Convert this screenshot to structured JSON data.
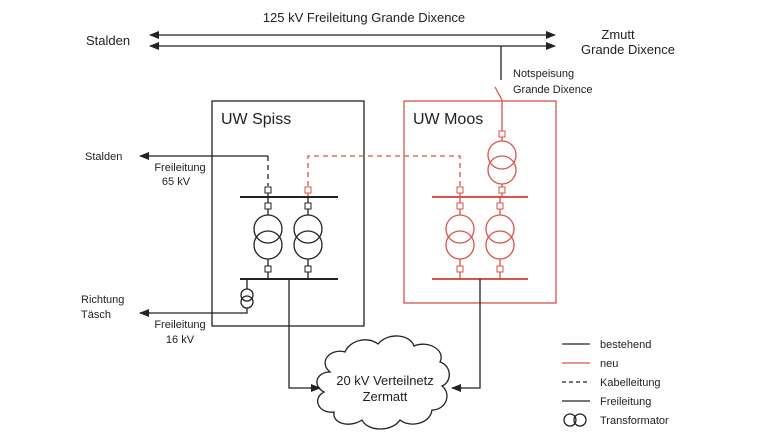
{
  "colors": {
    "existing": "#222222",
    "new": "#d9534a"
  },
  "top_line": {
    "title": "125 kV Freileitung Grande Dixence",
    "left_label": "Stalden",
    "right_label_line1": "Zmutt",
    "right_label_line2": "Grande Dixence"
  },
  "emergency_feed": {
    "line1": "Notspeisung",
    "line2": "Grande Dixence"
  },
  "substations": {
    "spiss": {
      "title": "UW Spiss"
    },
    "moos": {
      "title": "UW Moos"
    }
  },
  "left_lines": {
    "stalden_label": "Stalden",
    "line65_l1": "Freileitung",
    "line65_l2": "65 kV",
    "taesch_l1": "Richtung",
    "taesch_l2": "Täsch",
    "line16_l1": "Freileitung",
    "line16_l2": "16 kV"
  },
  "cloud": {
    "line1": "20 kV Verteilnetz",
    "line2": "Zermatt"
  },
  "legend": {
    "items": [
      {
        "symbol": "solid-line-black",
        "label": "bestehend"
      },
      {
        "symbol": "solid-line-red",
        "label": "neu"
      },
      {
        "symbol": "dashed-line",
        "label": "Kabelleitung"
      },
      {
        "symbol": "solid-line-black",
        "label": "Freileitung"
      },
      {
        "symbol": "transformer-icon",
        "label": "Transformator"
      }
    ]
  }
}
